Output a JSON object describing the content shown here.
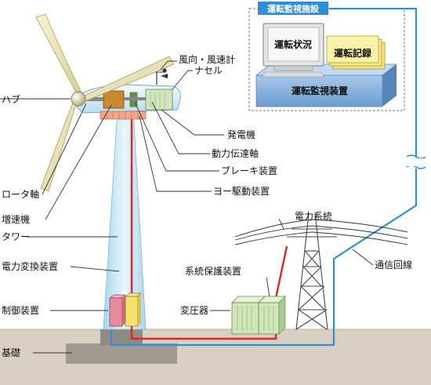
{
  "monitoring": {
    "title": "運転監視施設",
    "status_label": "運転状況",
    "record_label": "運転記録",
    "device_label": "運転監視装置"
  },
  "labels": {
    "anemometer": "風向・風速計",
    "nacelle": "ナセル",
    "hub": "ハブ",
    "generator": "発電機",
    "transmission_shaft": "動力伝達軸",
    "brake": "ブレーキ装置",
    "yaw_drive": "ヨー駆動装置",
    "rotor_shaft": "ロータ軸",
    "gearbox": "増速機",
    "tower": "タワー",
    "power_converter": "電力変換装置",
    "controller": "制御装置",
    "foundation": "基礎",
    "grid_protection": "系統保護装置",
    "transformer": "変圧器",
    "power_grid": "電力系統",
    "comm_line": "通信回線"
  },
  "colors": {
    "power_line": "#e0242a",
    "comm_line": "#2f8fd6",
    "tower": "#cde8f4",
    "generator": "#cfe6b8",
    "controller": "#e98aa0",
    "converter": "#f5e26a",
    "monitor_device": "#8db5de",
    "record_paper": "#f6ec8c",
    "ground": "#d8d0c2"
  }
}
